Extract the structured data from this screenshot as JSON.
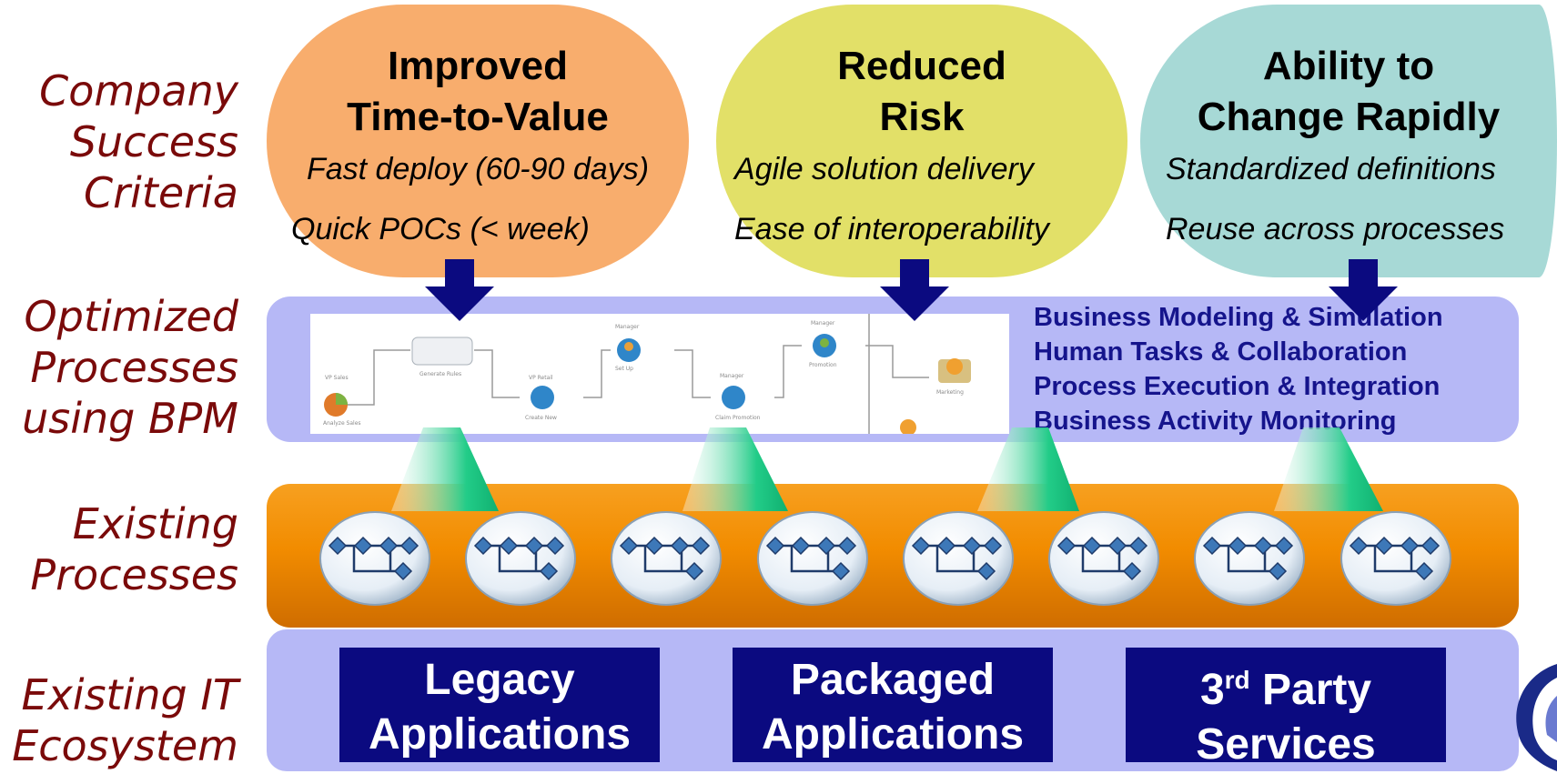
{
  "row_labels": {
    "criteria": [
      "Company",
      "Success",
      "Criteria"
    ],
    "optimized": [
      "Optimized",
      "Processes",
      "using BPM"
    ],
    "existing": [
      "Existing",
      "Processes"
    ],
    "ecosystem": [
      "Existing IT",
      "Ecosystem"
    ]
  },
  "criteria": [
    {
      "title": [
        "Improved",
        "Time-to-Value"
      ],
      "items": [
        "Fast deploy (60-90 days)",
        "Quick POCs (< week)"
      ],
      "color": "#f8ad6d"
    },
    {
      "title": [
        "Reduced",
        "Risk"
      ],
      "items": [
        "Agile solution delivery",
        "Ease of interoperability"
      ],
      "color": "#e2e068"
    },
    {
      "title": [
        "Ability to",
        "Change Rapidly"
      ],
      "items": [
        "Standardized definitions",
        "Reuse across processes"
      ],
      "color": "#a7d9d6"
    }
  ],
  "bpm_capabilities": [
    "Business Modeling & Simulation",
    "Human Tasks & Collaboration",
    "Process Execution & Integration",
    "Business Activity Monitoring"
  ],
  "ecosystem": {
    "legacy": [
      "Legacy",
      "Applications"
    ],
    "packaged": [
      "Packaged",
      "Applications"
    ],
    "third_party_prefix": "3",
    "third_party_sup": "rd",
    "third_party_rest": " Party",
    "third_party_line2": "Services"
  },
  "colors": {
    "label": "#7a0a0a",
    "band_blue": "#b6b8f6",
    "band_orange": "#f59a10",
    "app_box": "#0b0a80",
    "arrow": "#0b0a80",
    "capability_text": "#15148c"
  }
}
